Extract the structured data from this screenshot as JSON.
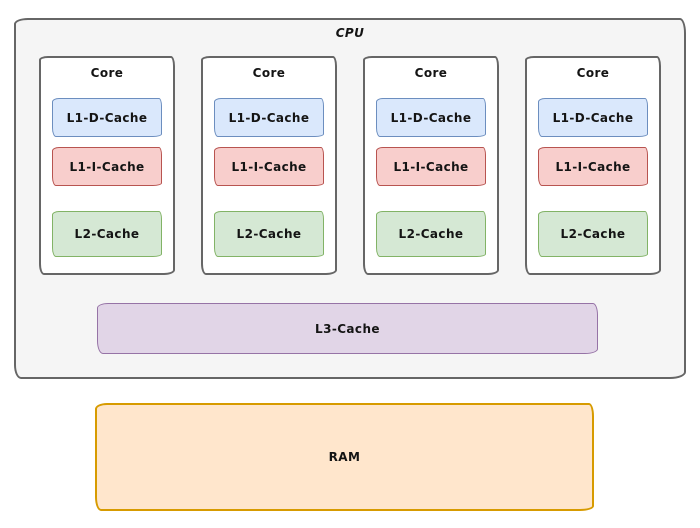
{
  "cpu": {
    "label": "CPU",
    "cores": [
      {
        "label": "Core",
        "caches": [
          {
            "label": "L1-D-Cache"
          },
          {
            "label": "L1-I-Cache"
          },
          {
            "label": "L2-Cache"
          }
        ]
      },
      {
        "label": "Core",
        "caches": [
          {
            "label": "L1-D-Cache"
          },
          {
            "label": "L1-I-Cache"
          },
          {
            "label": "L2-Cache"
          }
        ]
      },
      {
        "label": "Core",
        "caches": [
          {
            "label": "L1-D-Cache"
          },
          {
            "label": "L1-I-Cache"
          },
          {
            "label": "L2-Cache"
          }
        ]
      },
      {
        "label": "Core",
        "caches": [
          {
            "label": "L1-D-Cache"
          },
          {
            "label": "L1-I-Cache"
          },
          {
            "label": "L2-Cache"
          }
        ]
      }
    ],
    "l3_cache": {
      "label": "L3-Cache"
    }
  },
  "ram": {
    "label": "RAM"
  },
  "colors": {
    "cpu_fill": "#f5f5f5",
    "cpu_stroke": "#666666",
    "core_fill": "#ffffff",
    "core_stroke": "#666666",
    "l1d_fill": "#dae8fc",
    "l1d_stroke": "#6c8ebf",
    "l1i_fill": "#f8cecc",
    "l1i_stroke": "#b85450",
    "l2_fill": "#d5e8d4",
    "l2_stroke": "#82b366",
    "l3_fill": "#e1d5e7",
    "l3_stroke": "#9673a6",
    "ram_fill": "#ffe6cc",
    "ram_stroke": "#d79b00"
  }
}
